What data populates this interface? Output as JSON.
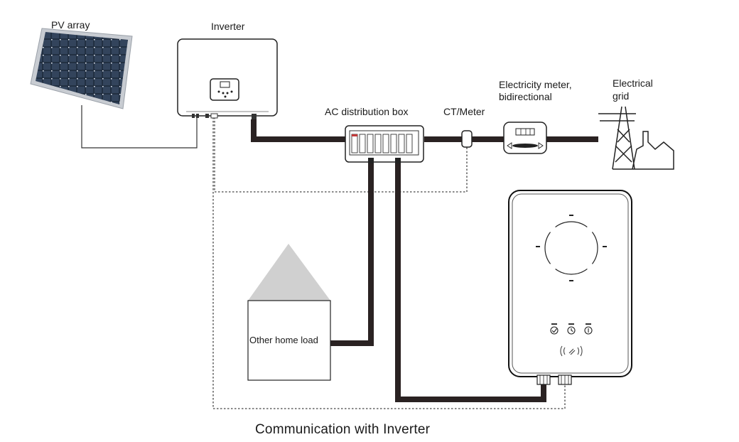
{
  "labels": {
    "pv_array": "PV array",
    "inverter": "Inverter",
    "ac_box": "AC distribution box",
    "ct_meter": "CT/Meter",
    "meter_line1": "Electricity meter,",
    "meter_line2": "bidirectional",
    "grid_line1": "Electrical",
    "grid_line2": "grid",
    "home_load": "Other home load",
    "caption": "Communication with Inverter"
  },
  "icons": {
    "pv": "solar-panel-icon",
    "inverter": "inverter-icon",
    "ac_box": "distribution-box-icon",
    "ct": "ct-sensor-icon",
    "meter": "electricity-meter-icon",
    "grid": "power-tower-icon",
    "house": "house-icon",
    "charger": "ev-charger-icon"
  },
  "colors": {
    "power_cable": "#2a2222",
    "comm_line": "#444444",
    "house_roof": "#d0d0d0",
    "breaker_accent": "#c23a3a"
  }
}
